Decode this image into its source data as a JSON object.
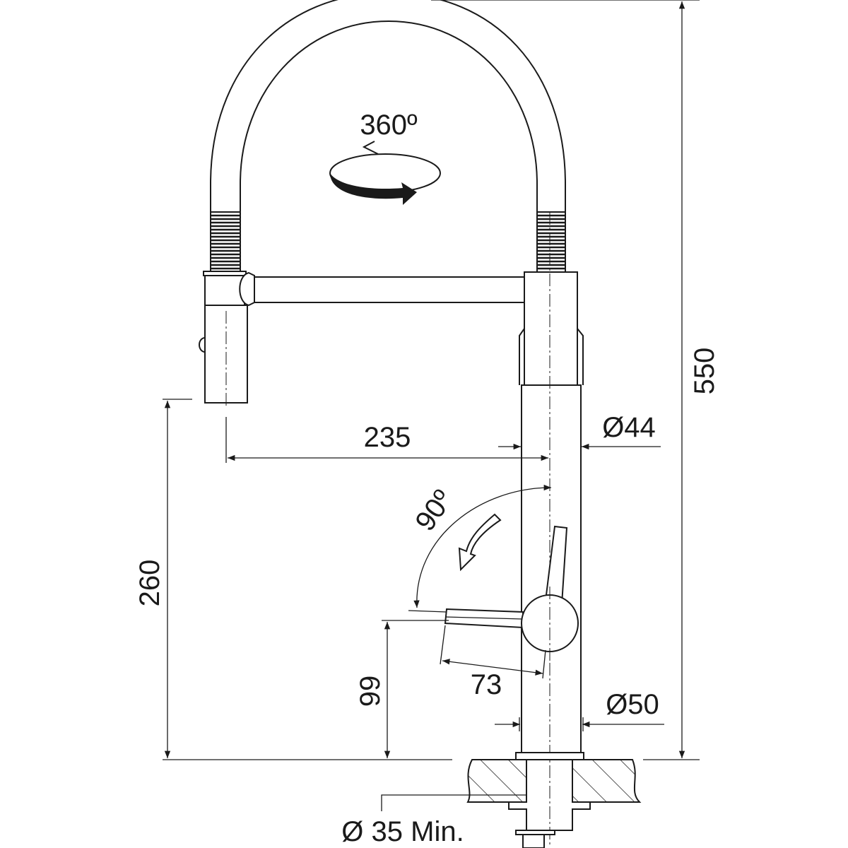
{
  "dimensions": {
    "total_height": "550",
    "spout_height": "260",
    "spout_reach": "235",
    "body_diameter_upper": "Ø44",
    "body_diameter_base": "Ø50",
    "lever_height": "99",
    "lever_length": "73",
    "hole_diameter": "Ø 35 Min."
  },
  "annotations": {
    "spout_rotation": "360º",
    "lever_rotation": "90º"
  },
  "colors": {
    "line": "#1a1a1a",
    "background": "#ffffff"
  }
}
